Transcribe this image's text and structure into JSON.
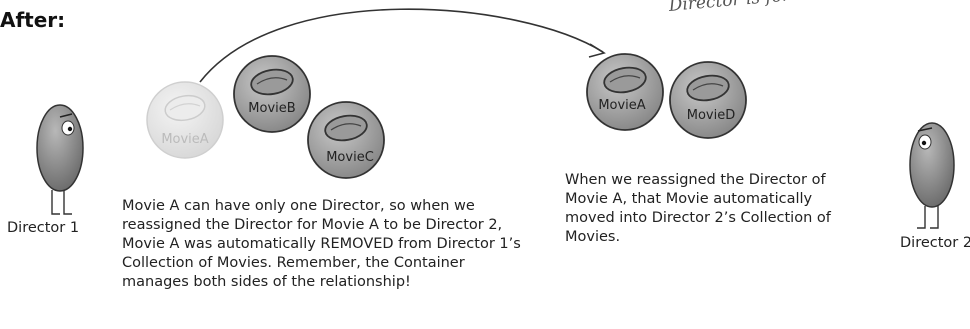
{
  "heading": "After:",
  "note": "Director is for Movie D.",
  "directors": {
    "d1": "Director 1",
    "d2": "Director 2"
  },
  "movies": {
    "a_old": "MovieA",
    "b": "MovieB",
    "c": "MovieC",
    "a_new": "MovieA",
    "d": "MovieD"
  },
  "captions": {
    "left": "Movie A can have only one Director, so when we reassigned the Director for Movie A to be Director 2, Movie A was automatically REMOVED from Director 1’s Collection of Movies. Remember, the Container manages both sides of the relationship!",
    "right": "When we reassigned the Director of Movie A, that Movie automatically moved into Director 2’s Collection of Movies."
  }
}
